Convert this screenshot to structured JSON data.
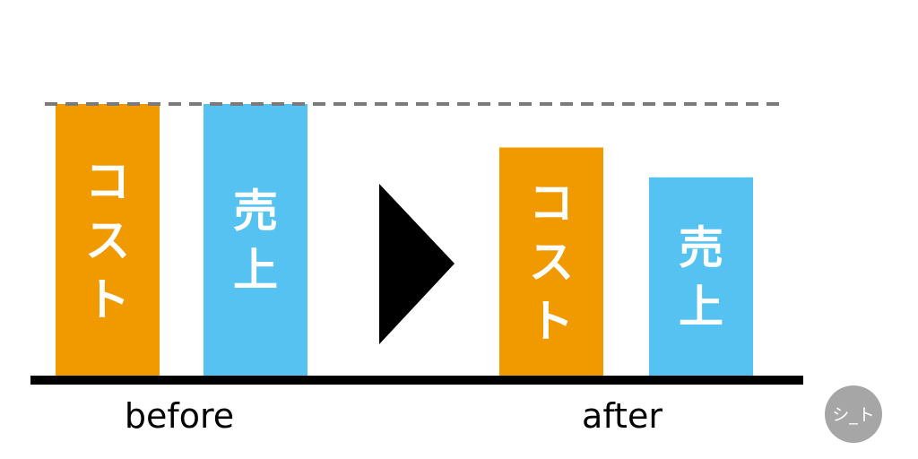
{
  "chart_data": {
    "type": "bar",
    "categories": [
      "before",
      "after"
    ],
    "series": [
      {
        "name": "コスト",
        "values": [
          100,
          84
        ]
      },
      {
        "name": "売上",
        "values": [
          100,
          73
        ]
      }
    ],
    "ylim": [
      0,
      100
    ],
    "reference_line": {
      "value": 100,
      "style": "dashed",
      "color": "#7a7a7a"
    },
    "colors": {
      "コスト": "#f09a00",
      "売上": "#56c2f2"
    },
    "arrow": {
      "shape": "triangle-right",
      "color": "#000000"
    }
  },
  "watermark": {
    "text": "シ_ト",
    "color": "#a6a6a6"
  }
}
